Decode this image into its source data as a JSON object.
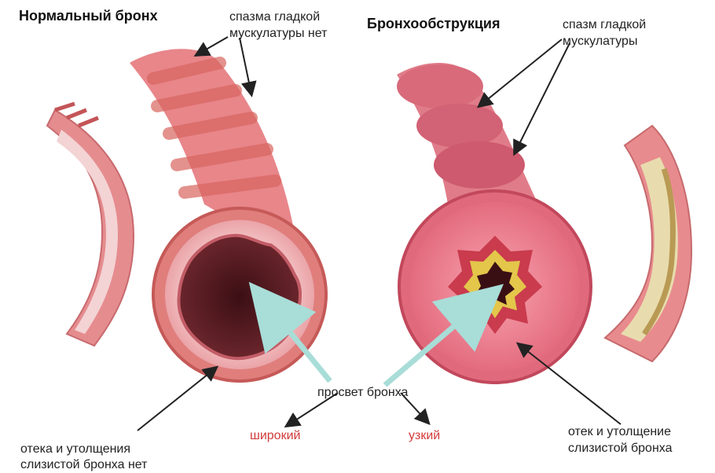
{
  "titles": {
    "left": "Нормальный бронх",
    "right": "Бронхообструкция"
  },
  "labels": {
    "no_spasm_line1": "спазма гладкой",
    "no_spasm_line2": "мускулатуры нет",
    "spasm_line1": "спазм гладкой",
    "spasm_line2": "мускулатуры",
    "lumen": "просвет бронха",
    "wide": "широкий",
    "narrow": "узкий",
    "no_edema_line1": "отека и утолщения",
    "no_edema_line2": "слизистой бронха нет",
    "edema_line1": "отек и утолщение",
    "edema_line2": "слизистой бронха"
  },
  "colors": {
    "wall": "#e8868a",
    "wall_dark": "#c85a60",
    "muscle_band": "#d9655e",
    "mucosa": "#f3c4c4",
    "lumen_normal": "#5a1f25",
    "lumen_obstructed": "#3a0f14",
    "mucus": "#e3c64a",
    "arrow_teal": "#a8ddd8",
    "accent_red": "#d23a3a"
  }
}
